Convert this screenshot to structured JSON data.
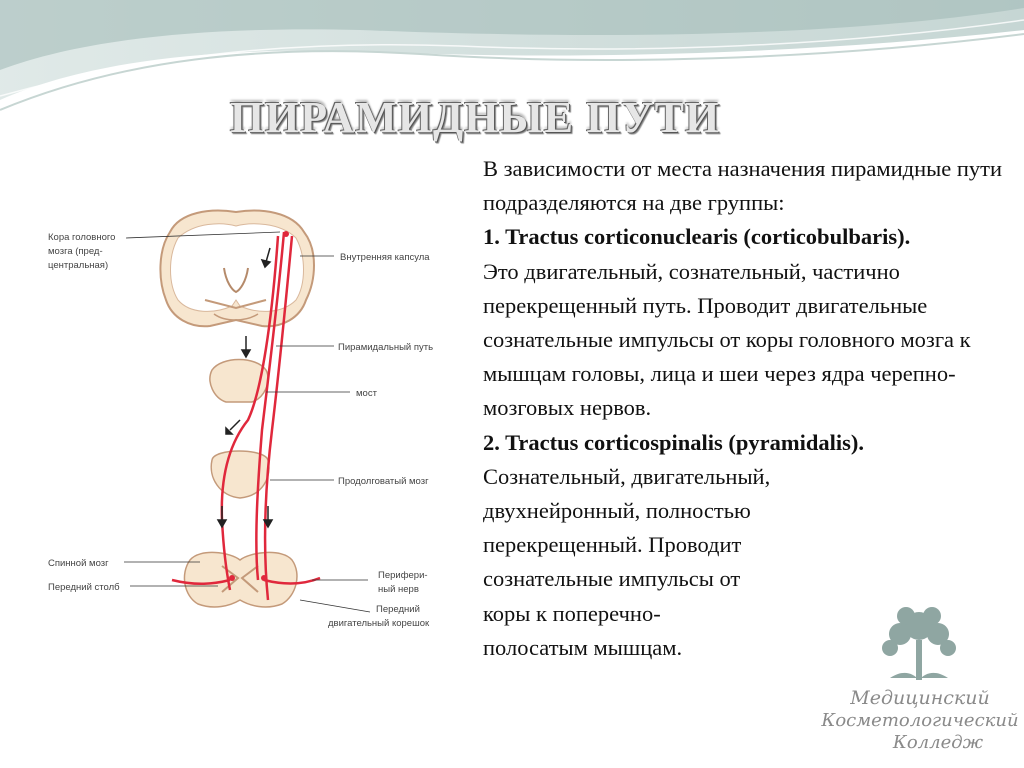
{
  "slide": {
    "title": "ПИРАМИДНЫЕ ПУТИ",
    "paragraphs": [
      {
        "text": "В зависимости от места назначения пирамидные пути подразделяются на две группы:",
        "bold": false
      },
      {
        "text": "1. Tractus corticonuclearis (corticobulbaris).",
        "bold": true
      },
      {
        "text": "Это двигательный, сознательный, частично перекрещенный путь. Проводит двигательные сознательные импульсы от коры головного мозга к мышцам головы, лица и шеи через ядра черепно-мозговых нервов.",
        "bold": false
      },
      {
        "text": "2. Tractus corticospinalis (pyramidalis).",
        "bold": true
      }
    ],
    "narrow_lines": [
      "Сознательный, двигательный,",
      "двухнейронный, полностью",
      "перекрещенный. Проводит",
      "сознательные импульсы от",
      "коры к поперечно-",
      "полосатым мышцам."
    ]
  },
  "diagram": {
    "labels": {
      "cortex": [
        "Кора головного",
        "мозга (пред-",
        "центральная)"
      ],
      "internal_capsule": "Внутренняя капсула",
      "pyramidal_tract": "Пирамидальный путь",
      "pons": "мост",
      "medulla": "Продолговатый мозг",
      "spinal_cord": "Спинной мозг",
      "anterior_horn": "Передний столб",
      "peripheral_nerve": [
        "Перифери-",
        "ный нерв"
      ],
      "anterior_root": [
        "Передний",
        "двигательный корешок"
      ]
    },
    "colors": {
      "pathway": "#e0283c",
      "tissue": "#f6e4cc",
      "tissue_edge": "#c09070"
    }
  },
  "logo": {
    "line1": "Медицинский",
    "line2": "Косметологический",
    "line3": "Колледж",
    "icon": "tree-icon",
    "color": "#8fa6a2"
  }
}
